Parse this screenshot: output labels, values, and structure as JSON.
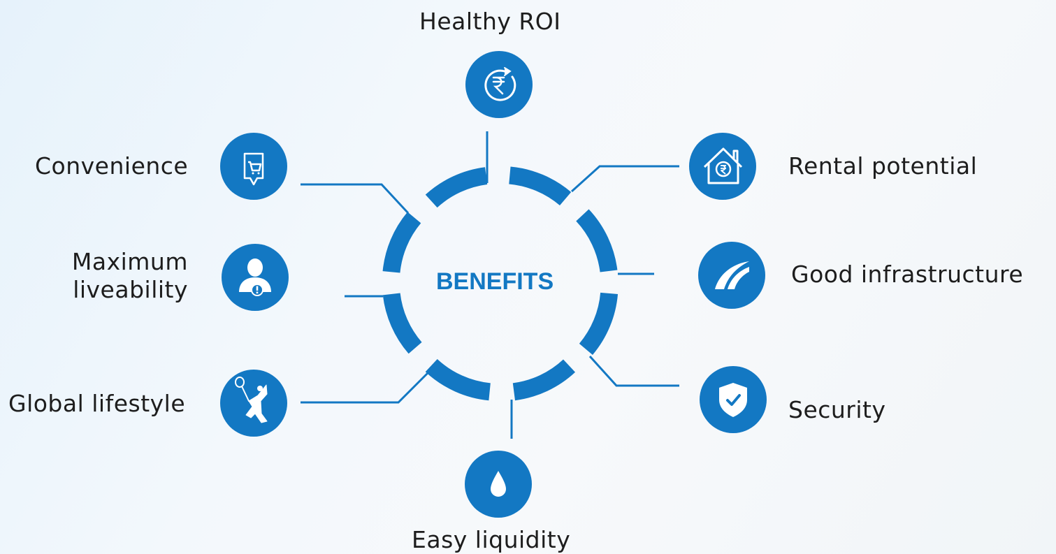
{
  "center_label": "BENEFITS",
  "colors": {
    "primary": "#1378c3",
    "text": "#1d1d1d"
  },
  "benefits": [
    {
      "label": "Healthy ROI",
      "icon": "rupee-cycle-icon"
    },
    {
      "label": "Rental potential",
      "icon": "house-rupee-icon"
    },
    {
      "label": "Good infrastructure",
      "icon": "road-icon"
    },
    {
      "label": "Security",
      "icon": "shield-check-icon"
    },
    {
      "label": "Easy liquidity",
      "icon": "water-drop-icon"
    },
    {
      "label": "Global lifestyle",
      "icon": "badminton-player-icon"
    },
    {
      "label": "Maximum liveability",
      "label_lines": [
        "Maximum",
        "liveability"
      ],
      "icon": "person-alert-icon"
    },
    {
      "label": "Convenience",
      "icon": "shopping-cart-sign-icon"
    }
  ]
}
